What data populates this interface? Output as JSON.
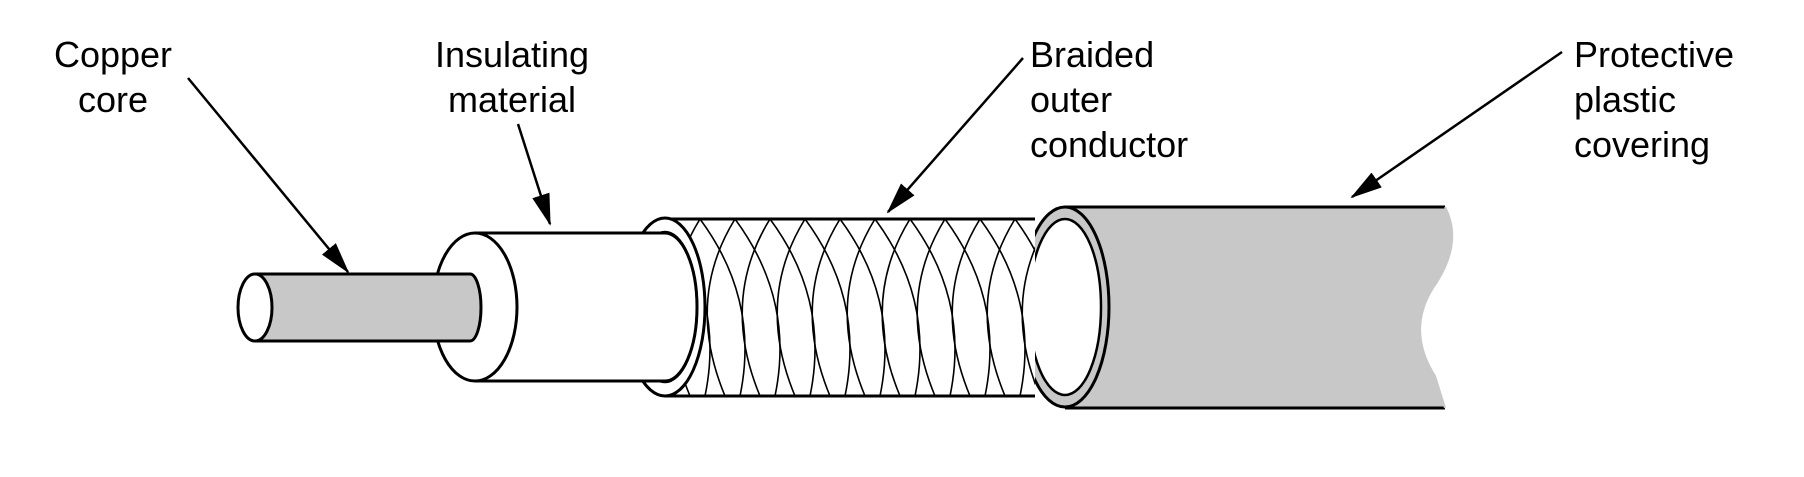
{
  "diagram": {
    "labels": {
      "copper_core": [
        "Copper",
        "core"
      ],
      "insulating_material": [
        "Insulating",
        "material"
      ],
      "braided_outer_conductor": [
        "Braided",
        "outer",
        "conductor"
      ],
      "protective_plastic_covering": [
        "Protective",
        "plastic",
        "covering"
      ]
    },
    "colors": {
      "copper_fill": "#c8c8c8",
      "covering_fill": "#c8c8c8",
      "insulator_fill": "#ffffff",
      "stroke": "#000000"
    }
  }
}
